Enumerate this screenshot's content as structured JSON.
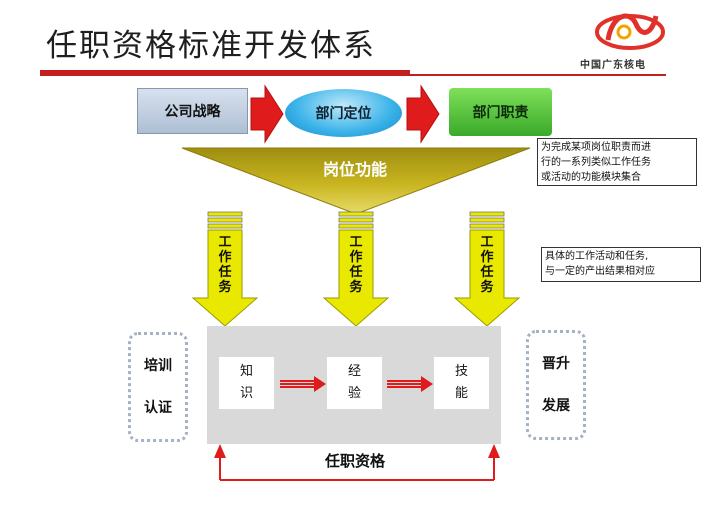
{
  "header": {
    "title": "任职资格标准开发体系",
    "logo_text": "中国广东核电"
  },
  "flow": {
    "company_strategy": "公司战略",
    "dept_positioning": "部门定位",
    "dept_duty": "部门职责"
  },
  "funnel": {
    "label": "岗位功能"
  },
  "notes": {
    "function_note": [
      "为完成某项岗位职责而进",
      "行的一系列类似工作任务",
      "或活动的功能模块集合"
    ],
    "task_note": [
      "具体的工作活动和任务,",
      "与一定的产出结果相对应"
    ]
  },
  "tasks": [
    {
      "chars": [
        "工",
        "作",
        "任",
        "务"
      ]
    },
    {
      "chars": [
        "工",
        "作",
        "任",
        "务"
      ]
    },
    {
      "chars": [
        "工",
        "作",
        "任",
        "务"
      ]
    }
  ],
  "elements": {
    "knowledge": [
      "知",
      "识"
    ],
    "experience": [
      "经",
      "验"
    ],
    "skill": [
      "技",
      "能"
    ]
  },
  "sides": {
    "left": [
      "培训",
      "认证"
    ],
    "right": [
      "晋升",
      "发展"
    ]
  },
  "qualification": {
    "label": "任职资格"
  },
  "colors": {
    "accent_red": "#c41f1f",
    "arrow_red": "#e01b1b",
    "funnel_gold": "#c6b21c",
    "task_arrow_yellow": "#e8e800",
    "dept_blue": "#38b2e8",
    "dept_green": "#4cbf3a"
  }
}
